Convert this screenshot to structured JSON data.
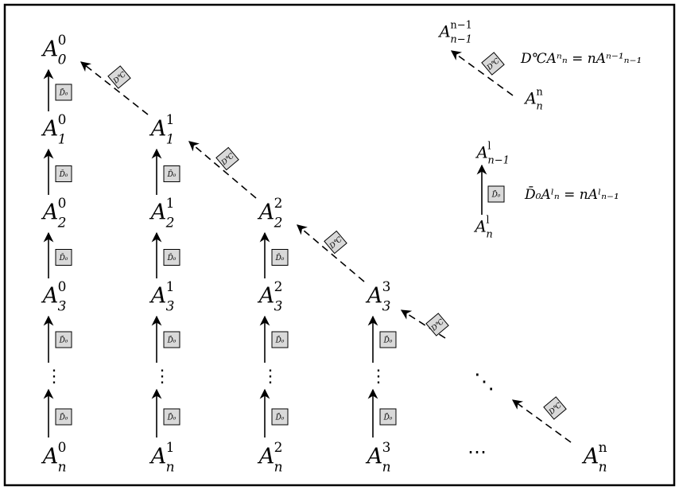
{
  "diagram": {
    "symbol": "A",
    "operator_vertical": "D̄₀",
    "operator_diagonal": "D℃",
    "chain_sub_index": "n",
    "grid": [
      [
        {
          "sup": "0",
          "sub": "0"
        },
        {
          "sup": "0",
          "sub": "1"
        },
        {
          "sup": "0",
          "sub": "2"
        },
        {
          "sup": "0",
          "sub": "3"
        }
      ],
      [
        {
          "sup": "1",
          "sub": "1"
        },
        {
          "sup": "1",
          "sub": "2"
        },
        {
          "sup": "1",
          "sub": "3"
        }
      ],
      [
        {
          "sup": "2",
          "sub": "2"
        },
        {
          "sup": "2",
          "sub": "3"
        }
      ],
      [
        {
          "sup": "3",
          "sub": "3"
        }
      ]
    ],
    "bottom_row": [
      {
        "sup": "0",
        "sub": "n"
      },
      {
        "sup": "1",
        "sub": "n"
      },
      {
        "sup": "2",
        "sub": "n"
      },
      {
        "sup": "3",
        "sub": "n"
      },
      {
        "sup": "n",
        "sub": "n"
      }
    ],
    "ellipsis": "⋯",
    "vdots": "⋮",
    "ddots": "⋱",
    "legend": {
      "diagonal": {
        "top": {
          "sup": "n−1",
          "sub": "n−1"
        },
        "bottom": {
          "sup": "n",
          "sub": "n"
        },
        "equation": "D℃Aⁿₙ = nAⁿ⁻¹ₙ₋₁"
      },
      "vertical": {
        "top": {
          "sup": "l",
          "sub": "n−1"
        },
        "bottom": {
          "sup": "l",
          "sub": "n"
        },
        "equation": "D̄₀Aˡₙ = nAˡₙ₋₁"
      }
    }
  }
}
